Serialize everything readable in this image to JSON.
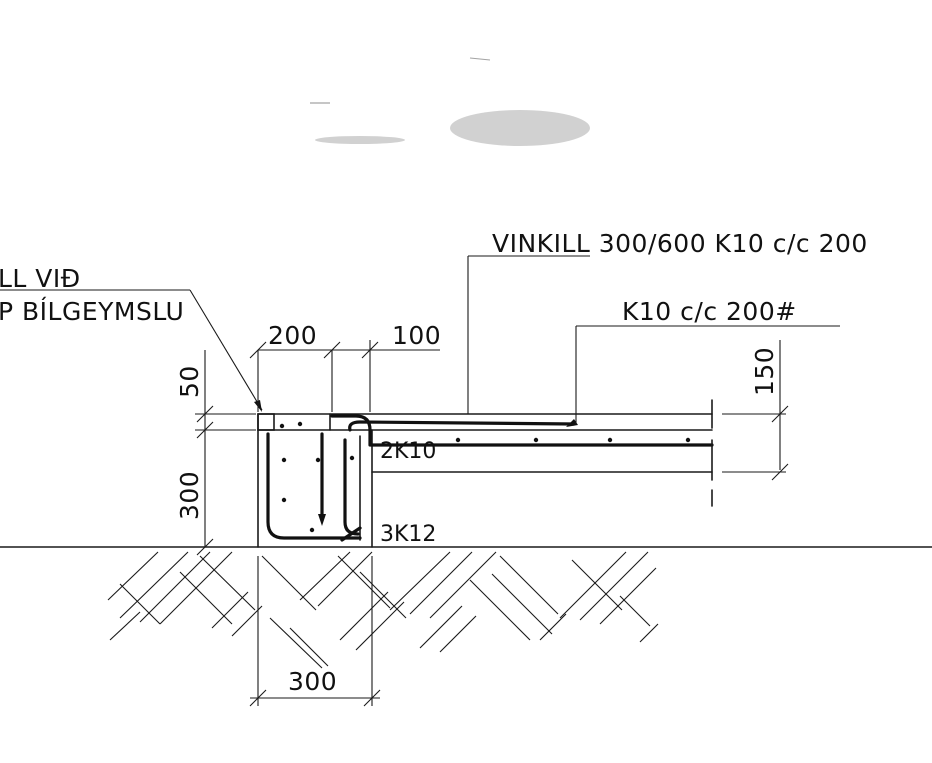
{
  "labels": {
    "top_left_line1": "LL VIÐ",
    "top_left_line2": "P BÍLGEYMSLU",
    "vinkill": "VINKILL 300/600 K10 c/c 200",
    "k10": "K10 c/c 200#",
    "bar_2k10": "2K10",
    "bar_3k12": "3K12"
  },
  "dimensions": {
    "d200": "200",
    "d100": "100",
    "d50": "50",
    "d150": "150",
    "d300_vertical": "300",
    "d300_bottom": "300"
  },
  "colors": {
    "ink": "#111111",
    "paper": "#ffffff"
  }
}
